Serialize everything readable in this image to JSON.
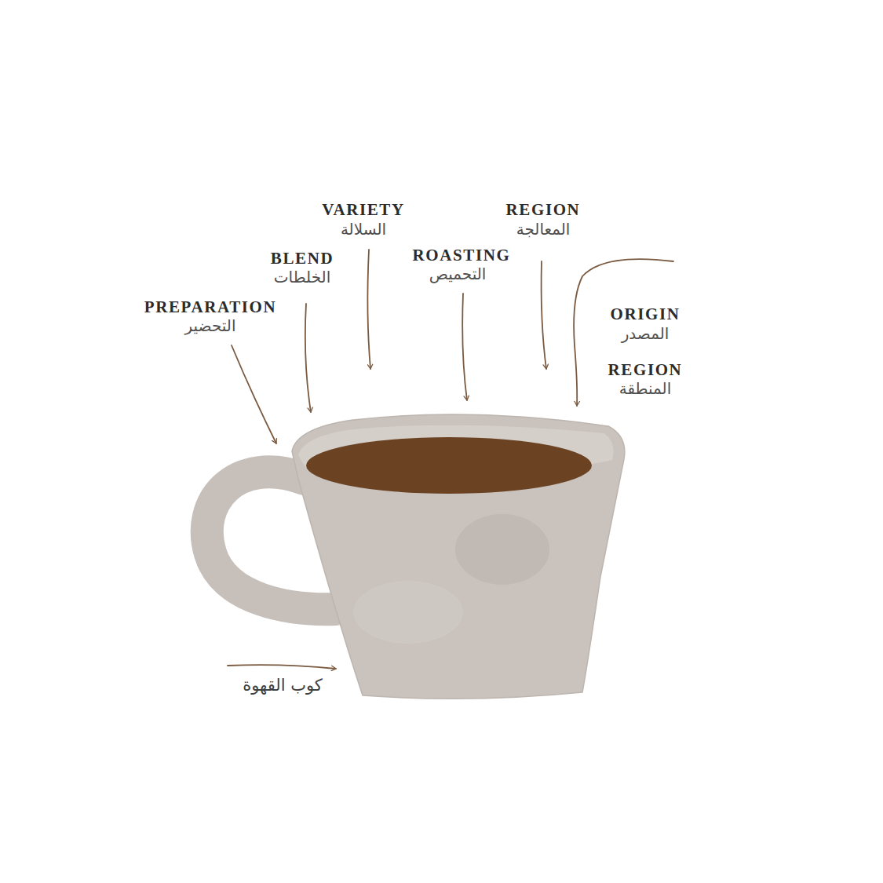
{
  "diagram": {
    "labels": [
      "PREPARATION",
      "التحضير",
      "BLEND",
      "الخلطات",
      "VARIETY",
      "السلالة",
      "ROASTING",
      "التحميص",
      "REGION",
      "المعالجة",
      "ORIGIN",
      "المصدر",
      "REGION",
      "المنطقة",
      "كوب القهوة"
    ]
  }
}
